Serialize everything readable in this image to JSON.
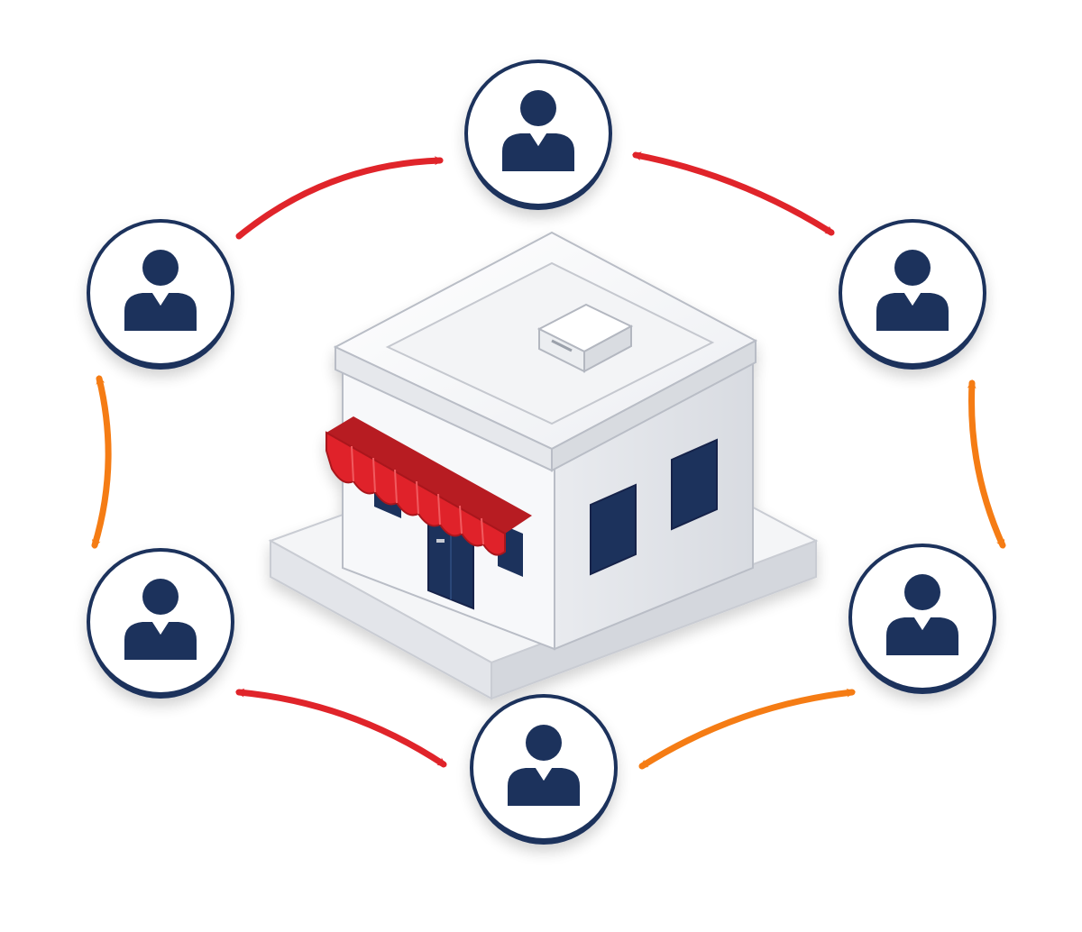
{
  "diagram": {
    "center_node": {
      "icon": "storefront-icon",
      "awning_color": "#e0242a",
      "door_color": "#1c315c",
      "window_color": "#1c315c",
      "wall_color": "#ffffff"
    },
    "person_nodes": [
      {
        "id": "top",
        "icon": "person-icon"
      },
      {
        "id": "upper-right",
        "icon": "person-icon"
      },
      {
        "id": "lower-right",
        "icon": "person-icon"
      },
      {
        "id": "bottom",
        "icon": "person-icon"
      },
      {
        "id": "lower-left",
        "icon": "person-icon"
      },
      {
        "id": "upper-left",
        "icon": "person-icon"
      }
    ],
    "person_color": "#1c315c",
    "connections": [
      {
        "from": "upper-left",
        "to": "top",
        "direction": "one-way",
        "color": "#e0242a"
      },
      {
        "from": "top",
        "to": "upper-right",
        "direction": "two-way",
        "color": "#e0242a"
      },
      {
        "from": "upper-right",
        "to": "lower-right",
        "direction": "two-way",
        "color": "#f57c14"
      },
      {
        "from": "lower-right",
        "to": "bottom",
        "direction": "two-way",
        "color": "#f57c14"
      },
      {
        "from": "bottom",
        "to": "lower-left",
        "direction": "two-way",
        "color": "#e0242a"
      },
      {
        "from": "lower-left",
        "to": "upper-left",
        "direction": "two-way",
        "color": "#f57c14"
      }
    ]
  }
}
